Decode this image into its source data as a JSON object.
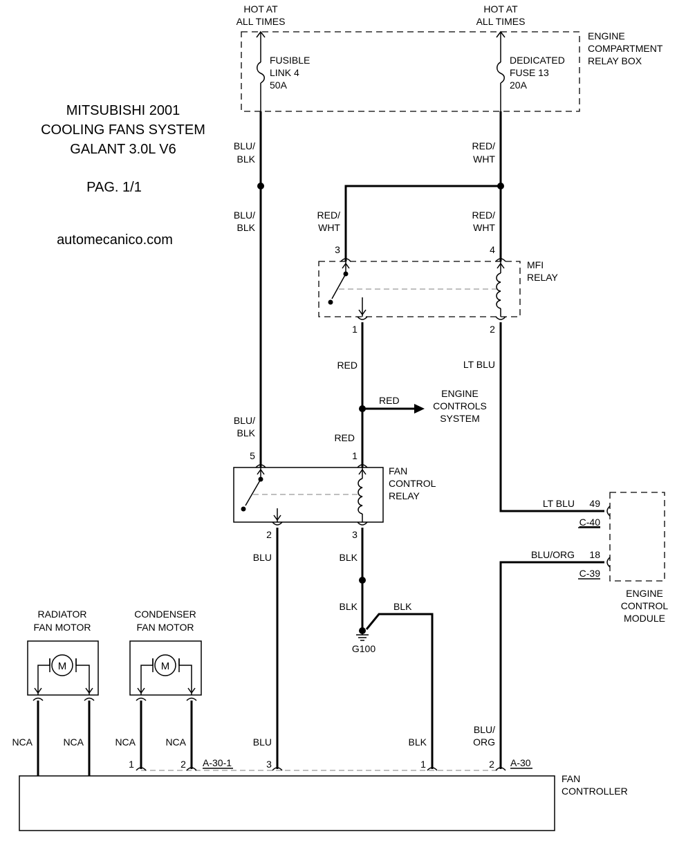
{
  "title": {
    "line1": "MITSUBISHI 2001",
    "line2": "COOLING FANS SYSTEM",
    "line3": "GALANT 3.0L V6",
    "page": "PAG. 1/1",
    "site": "automecanico.com"
  },
  "power": {
    "left": {
      "hot_line1": "HOT AT",
      "hot_line2": "ALL TIMES",
      "fuse_line1": "FUSIBLE",
      "fuse_line2": "LINK 4",
      "fuse_line3": "50A"
    },
    "right": {
      "hot_line1": "HOT AT",
      "hot_line2": "ALL TIMES",
      "fuse_line1": "DEDICATED",
      "fuse_line2": "FUSE 13",
      "fuse_line3": "20A"
    },
    "relay_box_line1": "ENGINE",
    "relay_box_line2": "COMPARTMENT",
    "relay_box_line3": "RELAY BOX"
  },
  "wires": {
    "blu_blk_1a": "BLU/",
    "blu_blk_1b": "BLK",
    "blu_blk_2a": "BLU/",
    "blu_blk_2b": "BLK",
    "blu_blk_3a": "BLU/",
    "blu_blk_3b": "BLK",
    "red_wht_1a": "RED/",
    "red_wht_1b": "WHT",
    "red_wht_2a": "RED/",
    "red_wht_2b": "WHT",
    "red_wht_3a": "RED/",
    "red_wht_3b": "WHT",
    "red_1": "RED",
    "red_branch": "RED",
    "red_2": "RED",
    "lt_blu_1": "LT BLU",
    "lt_blu_2": "LT BLU",
    "blu_org_1": "BLU/ORG",
    "blu_1": "BLU",
    "blk_1": "BLK",
    "blk_2": "BLK",
    "blk_3": "BLK",
    "nca_1": "NCA",
    "nca_2": "NCA",
    "nca_3": "NCA",
    "nca_4": "NCA",
    "blu_2": "BLU",
    "blk_4": "BLK",
    "blu_org_2a": "BLU/",
    "blu_org_2b": "ORG"
  },
  "mfi_relay": {
    "label_line1": "MFI",
    "label_line2": "RELAY",
    "pin3": "3",
    "pin4": "4",
    "pin1": "1",
    "pin2": "2"
  },
  "engine_controls": {
    "line1": "ENGINE",
    "line2": "CONTROLS",
    "line3": "SYSTEM"
  },
  "fan_control_relay": {
    "label_line1": "FAN",
    "label_line2": "CONTROL",
    "label_line3": "RELAY",
    "pin5": "5",
    "pin1": "1",
    "pin2": "2",
    "pin3": "3"
  },
  "ecm": {
    "pin49": "49",
    "conn_c40": "C-40",
    "pin18": "18",
    "conn_c39": "C-39",
    "label_line1": "ENGINE",
    "label_line2": "CONTROL",
    "label_line3": "MODULE"
  },
  "ground": {
    "label": "G100"
  },
  "motors": {
    "radiator_line1": "RADIATOR",
    "radiator_line2": "FAN MOTOR",
    "condenser_line1": "CONDENSER",
    "condenser_line2": "FAN MOTOR",
    "symbol": "M"
  },
  "fan_controller": {
    "label_line1": "FAN",
    "label_line2": "CONTROLLER",
    "pin1a": "1",
    "pin2a": "2",
    "conn_a301": "A-30-1",
    "pin3": "3",
    "pin1b": "1",
    "pin2b": "2",
    "conn_a30": "A-30"
  }
}
